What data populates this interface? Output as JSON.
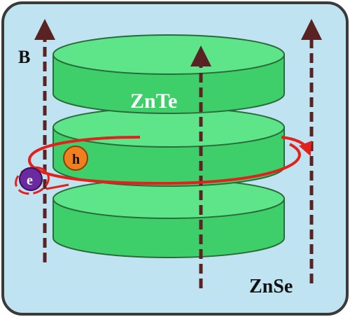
{
  "labels": {
    "field": "B",
    "disc_material": "ZnTe",
    "matrix_material": "ZnSe",
    "hole": "h",
    "electron": "e"
  },
  "colors": {
    "background": "#bfe3f1",
    "frame": "#3a3a3a",
    "disc_fill": "#3fcf6a",
    "disc_top": "#5ee58a",
    "disc_edge": "#2a6b3a",
    "field_arrow": "#5a2323",
    "orbit": "#e3211c",
    "hole": "#f07f1f",
    "electron": "#6a2aa0",
    "label_text": "#111111",
    "disc_label_text": "#ffffff"
  }
}
